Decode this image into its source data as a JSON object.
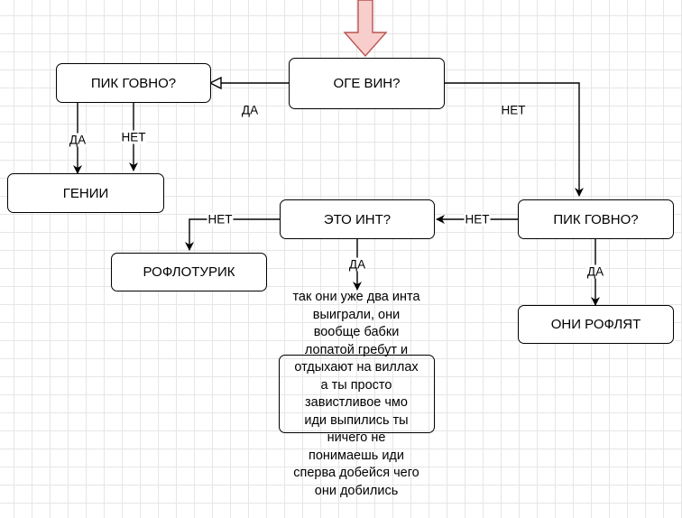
{
  "nodes": {
    "oge_vin": "ОГЕ ВИН?",
    "pik_govno_left": "ПИК ГОВНО?",
    "genii": "ГЕНИИ",
    "pik_govno_right": "ПИК ГОВНО?",
    "eto_int": "ЭТО ИНТ?",
    "roflotorik": "РОФЛОТУРИК",
    "oni_roflyat": "ОНИ РОФЛЯТ",
    "empty_box": ""
  },
  "edge_labels": {
    "oge_to_pik_left": "ДА",
    "oge_to_pik_right": "НЕТ",
    "pik_left_da": "ДА",
    "pik_left_net": "НЕТ",
    "pik_right_da": "ДА",
    "pik_right_to_int": "НЕТ",
    "int_to_rofl": "НЕТ",
    "int_da": "ДА"
  },
  "note_text": "так они уже два инта\nвыиграли, они\nвообще бабки\nлопатой гребут и\nотдыхают на виллах\nа ты просто\nзавистливое чмо\nиди выпились ты\nничего не\nпонимаешь иди\nсперва добейся чего\nони добились",
  "colors": {
    "start_arrow_fill": "#f8cecc",
    "start_arrow_stroke": "#b85450",
    "line": "#000000"
  }
}
